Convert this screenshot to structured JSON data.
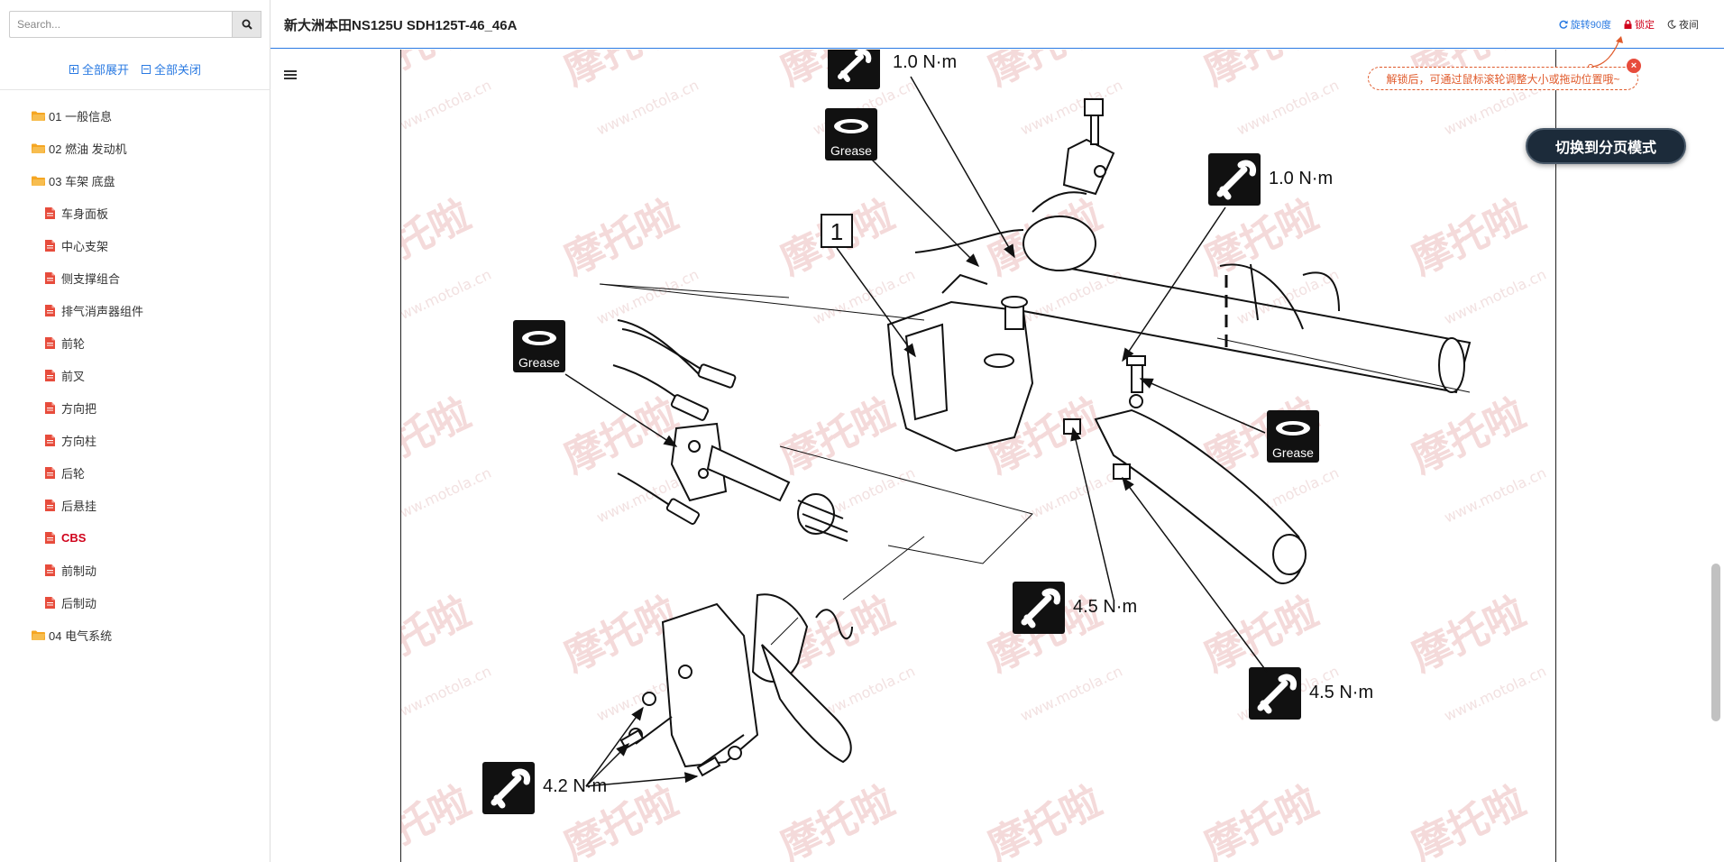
{
  "sidebar": {
    "search_placeholder": "Search...",
    "search_icon": "search-icon",
    "expand_all": "全部展开",
    "collapse_all": "全部关闭",
    "tree": [
      {
        "label": "01 一般信息",
        "type": "folder",
        "level": 0
      },
      {
        "label": "02 燃油 发动机",
        "type": "folder",
        "level": 0
      },
      {
        "label": "03 车架 底盘",
        "type": "folder",
        "level": 0
      },
      {
        "label": "车身面板",
        "type": "file",
        "level": 1
      },
      {
        "label": "中心支架",
        "type": "file",
        "level": 1
      },
      {
        "label": "侧支撑组合",
        "type": "file",
        "level": 1
      },
      {
        "label": "排气消声器组件",
        "type": "file",
        "level": 1
      },
      {
        "label": "前轮",
        "type": "file",
        "level": 1
      },
      {
        "label": "前叉",
        "type": "file",
        "level": 1
      },
      {
        "label": "方向把",
        "type": "file",
        "level": 1
      },
      {
        "label": "方向柱",
        "type": "file",
        "level": 1
      },
      {
        "label": "后轮",
        "type": "file",
        "level": 1
      },
      {
        "label": "后悬挂",
        "type": "file",
        "level": 1
      },
      {
        "label": "CBS",
        "type": "file",
        "level": 1,
        "active": true
      },
      {
        "label": "前制动",
        "type": "file",
        "level": 1
      },
      {
        "label": "后制动",
        "type": "file",
        "level": 1
      },
      {
        "label": "04 电气系统",
        "type": "folder",
        "level": 0
      }
    ]
  },
  "header": {
    "title": "新大洲本田NS125U SDH125T-46_46A",
    "rotate": "旋转90度",
    "lock": "锁定",
    "night": "夜间"
  },
  "hint": {
    "text": "解锁后，可通过鼠标滚轮调整大小或拖动位置哦~",
    "close": "×"
  },
  "switch_mode": "切换到分页模式",
  "diagram": {
    "callout_number": "1",
    "grease_label": "Grease",
    "torques": {
      "t1": "1.0 N·m",
      "t2": "1.0 N·m",
      "t3": "4.5 N·m",
      "t4": "4.5 N·m",
      "t5": "4.2 N·m"
    },
    "watermark": "摩托啦",
    "watermark_url": "www.motola.cn"
  },
  "colors": {
    "accent": "#2a7ae2",
    "active": "#d0021b",
    "hint": "#e05a2b",
    "folder": "#f5a623",
    "file": "#e74c3c"
  }
}
